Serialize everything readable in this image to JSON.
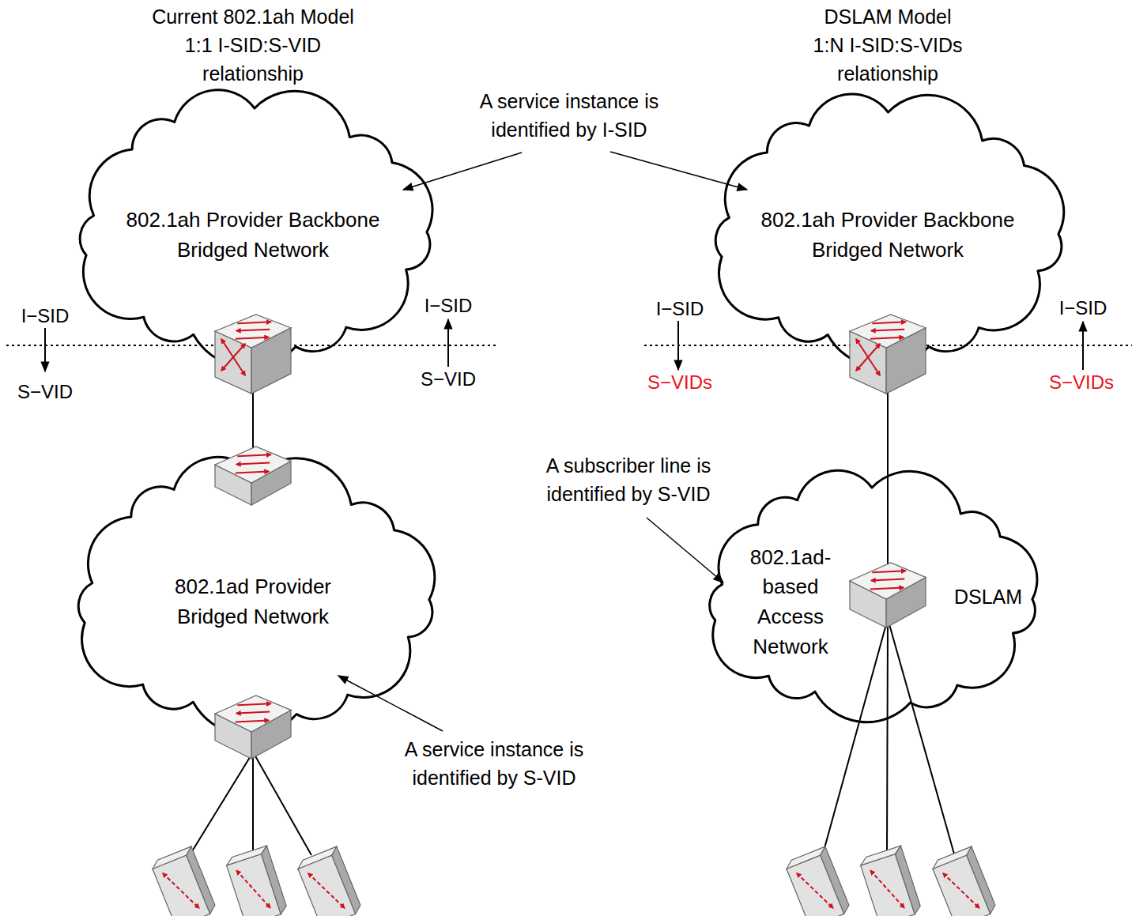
{
  "diagram": {
    "nodes": [
      {
        "text": [
          "802.1ah Provider Backbone Bridged Network"
        ]
      },
      {
        "text": [
          "802.1ad Provider Bridged Network"
        ]
      },
      {
        "text": [
          "802.1ah Provider Backbone Bridged Network"
        ]
      },
      {
        "text": [
          "802.1ad-based Access Network"
        ]
      }
    ],
    "labels": [
      "Current 802.1ah Model 1:1 I-SID:S-VID relationship",
      "DSLAM Model 1:N I-SID:S-VIDs relationship",
      "A service instance is identified by I-SID",
      "I−SID",
      "S−VID",
      "I−SID",
      "S−VID",
      "I−SID",
      "S−VIDs",
      "I−SID",
      "S−VIDs",
      "A subscriber line is identified by S-VID",
      "DSLAM",
      "A service instance is identified by S-VID"
    ]
  }
}
